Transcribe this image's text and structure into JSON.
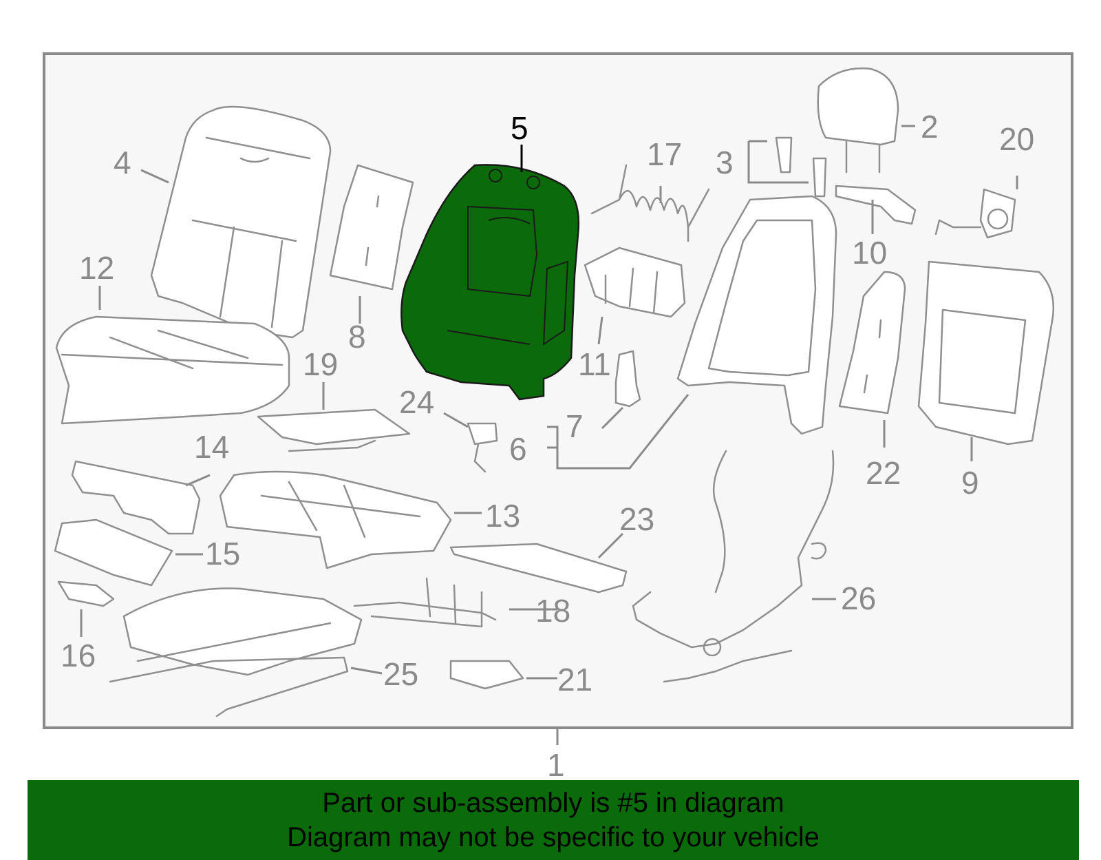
{
  "diagram": {
    "highlighted_part": "5",
    "callouts": [
      "1",
      "2",
      "3",
      "4",
      "5",
      "6",
      "7",
      "8",
      "9",
      "10",
      "11",
      "12",
      "13",
      "14",
      "15",
      "16",
      "17",
      "18",
      "19",
      "20",
      "21",
      "22",
      "23",
      "24",
      "25",
      "26"
    ]
  },
  "banner": {
    "line1": "Part or sub-assembly is #5 in diagram",
    "line2": "Diagram may not be specific to your vehicle"
  },
  "colors": {
    "highlight_fill": "#0b6b0b",
    "banner_bg": "#0b6b0b",
    "part_stroke": "#8f8f8f",
    "label": "#8a8a8a",
    "frame_bg": "#f7f7f7"
  }
}
